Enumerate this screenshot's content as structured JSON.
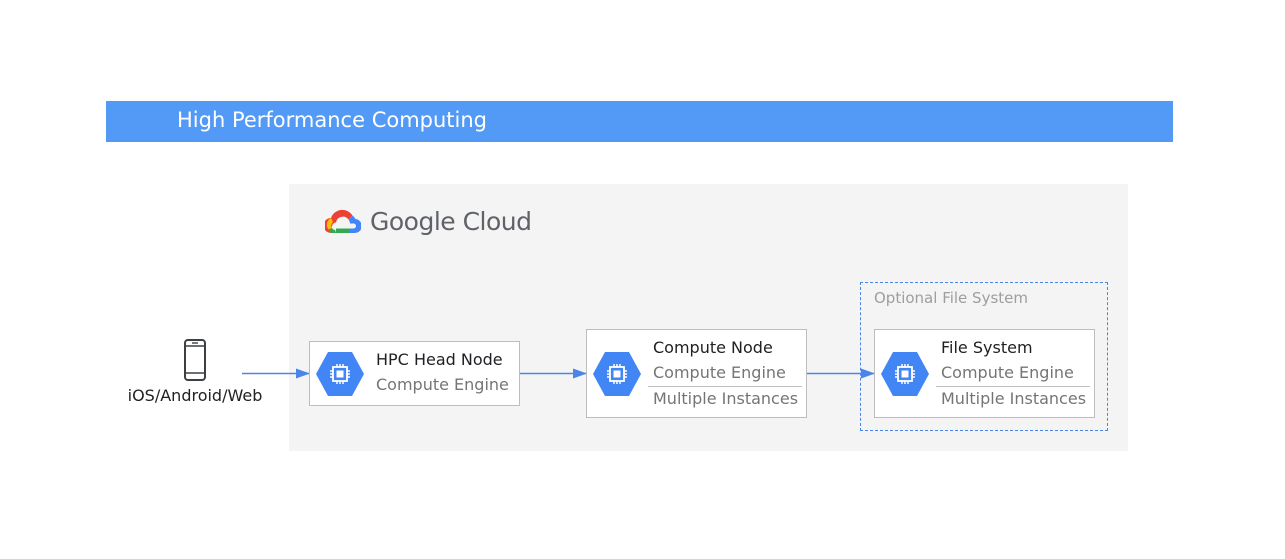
{
  "header": {
    "title": "High Performance Computing",
    "color": "#529af5"
  },
  "cloud": {
    "brand_label": "Google Cloud",
    "logo_icon": "google-cloud-logo-icon",
    "background": "#f4f4f4"
  },
  "client": {
    "label": "iOS/Android/Web",
    "icon": "smartphone-icon"
  },
  "nodes": [
    {
      "title": "HPC Head Node",
      "product": "Compute Engine",
      "icon": "compute-engine-icon"
    },
    {
      "title": "Compute Node",
      "product": "Compute Engine",
      "note": "Multiple Instances",
      "icon": "compute-engine-icon"
    },
    {
      "title": "File System",
      "product": "Compute Engine",
      "note": "Multiple Instances",
      "icon": "compute-engine-icon"
    }
  ],
  "optional_zone": {
    "label": "Optional File System"
  },
  "colors": {
    "arrow": "#4a86e8",
    "icon_hex": "#4285f4"
  }
}
